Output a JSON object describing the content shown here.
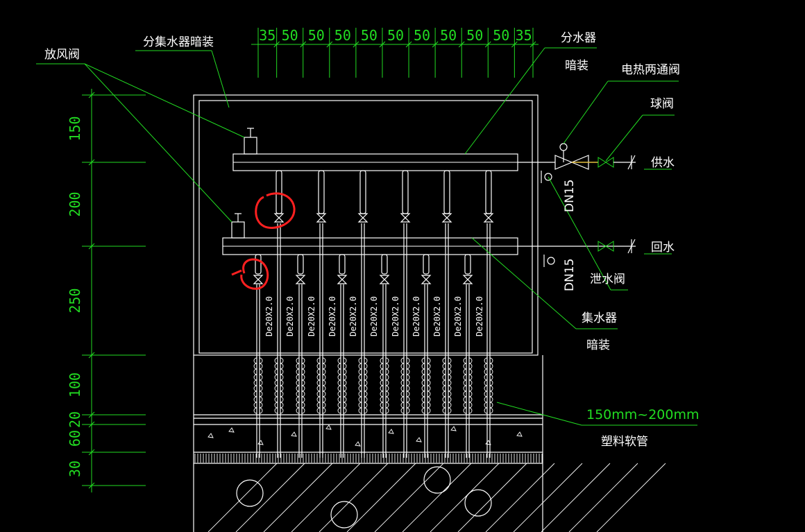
{
  "labels": {
    "vent_valve": "放风阀",
    "manifold_concealed": "分集水器暗装",
    "supply_manifold": "分水器",
    "supply_concealed": "暗装",
    "two_way_valve": "电热两通阀",
    "ball_valve": "球阀",
    "supply_water": "供水",
    "return_water": "回水",
    "drain_valve": "泄水阀",
    "collector": "集水器",
    "collector_concealed": "暗装",
    "hose_length": "150mm~200mm",
    "plastic_hose": "塑料软管",
    "dn_top": "DN15",
    "dn_bottom": "DN15",
    "pipe_spec": "De20X2.0"
  },
  "top_dims": [
    "35",
    "50",
    "50",
    "50",
    "50",
    "50",
    "50",
    "50",
    "50",
    "50",
    "35"
  ],
  "left_dims": [
    "150",
    "200",
    "250",
    "100",
    "20",
    "60",
    "30"
  ],
  "colors": {
    "background": "#000000",
    "dimension": "#22dd22",
    "drawing": "#ffffff",
    "markup": "#ff2020"
  }
}
